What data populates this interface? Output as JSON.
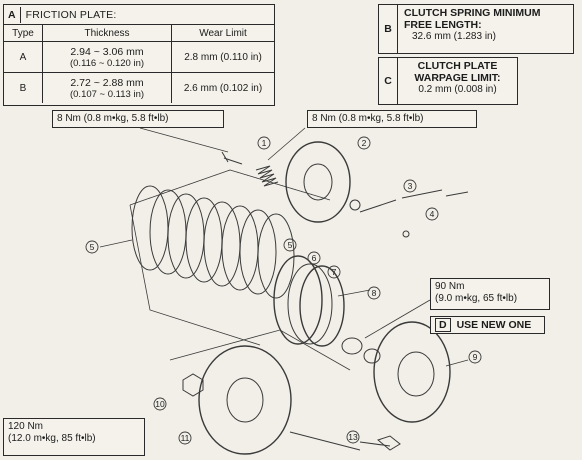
{
  "friction": {
    "letter": "A",
    "title": "FRICTION PLATE:",
    "columns": [
      "Type",
      "Thickness",
      "Wear Limit"
    ],
    "rows": [
      {
        "type": "A",
        "mm": "2.94 ~ 3.06 mm",
        "in": "(0.116 ~ 0.120 in)",
        "limit": "2.8 mm (0.110 in)"
      },
      {
        "type": "B",
        "mm": "2.72 ~ 2.88 mm",
        "in": "(0.107 ~ 0.113 in)",
        "limit": "2.6 mm (0.102 in)"
      }
    ]
  },
  "spec_b": {
    "letter": "B",
    "line1": "CLUTCH SPRING MINIMUM",
    "line2": "FREE LENGTH:",
    "value": "32.6 mm (1.283 in)"
  },
  "spec_c": {
    "letter": "C",
    "line1": "CLUTCH PLATE",
    "line2": "WARPAGE LIMIT:",
    "value": "0.2 mm (0.008 in)"
  },
  "torque_1": "8 Nm (0.8 m•kg, 5.8 ft•lb)",
  "torque_2": "8 Nm (0.8 m•kg, 5.8 ft•lb)",
  "torque_3": {
    "line1": "90 Nm",
    "line2": "(9.0 m•kg, 65 ft•lb)"
  },
  "torque_4": {
    "line1": "120 Nm",
    "line2": "(12.0 m•kg, 85 ft•lb)"
  },
  "note_d": {
    "letter": "D",
    "text": "USE NEW ONE"
  },
  "callouts": [
    "1",
    "2",
    "3",
    "4",
    "5",
    "5",
    "6",
    "7",
    "8",
    "9",
    "10",
    "11",
    "13"
  ],
  "colors": {
    "ink": "#2a2a2a",
    "paper": "#f1efe7"
  }
}
